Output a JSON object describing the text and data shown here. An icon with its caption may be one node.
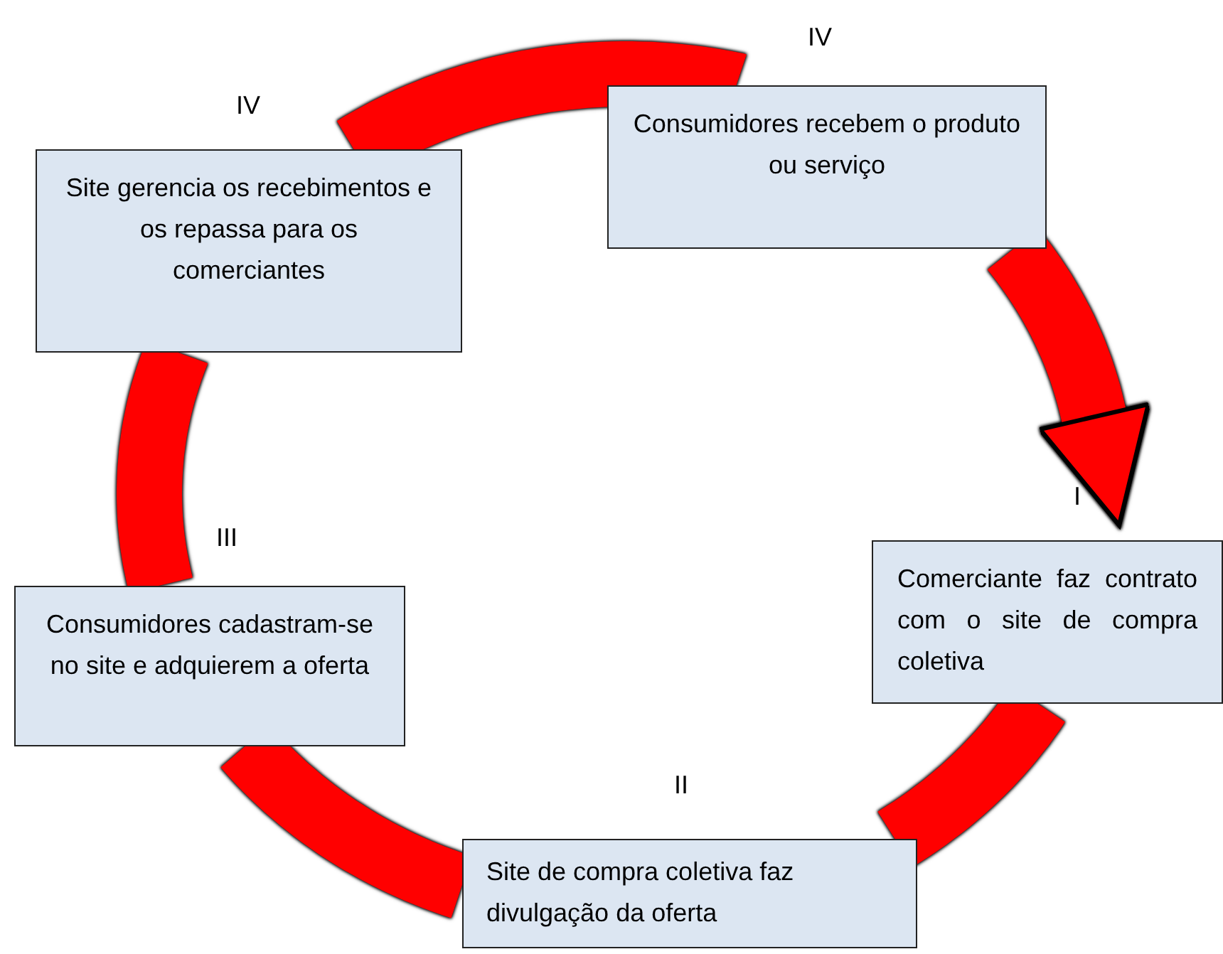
{
  "diagram": {
    "nodes": [
      {
        "text": [
          "Consumidores recebem o produto ou serviço"
        ],
        "beside": [
          "IV"
        ]
      },
      {
        "text": [
          "Site gerencia os recebimentos e os repassa para os comerciantes"
        ],
        "beside": [
          "IV"
        ]
      },
      {
        "text": [
          "Comerciante faz contrato com o site de compra coletiva"
        ],
        "beside": [
          "I"
        ]
      },
      {
        "text": [
          "Consumidores cadastram-se no site e adquierem a oferta"
        ],
        "beside": [
          "III"
        ]
      },
      {
        "text": [
          "Site de compra coletiva faz divulgação da oferta"
        ],
        "beside": [
          "II"
        ]
      }
    ],
    "edges": [
      {
        "from": 1,
        "to": 0,
        "arrow": "none"
      },
      {
        "from": 0,
        "to": 2,
        "arrow": "to"
      },
      {
        "from": 2,
        "to": 4,
        "arrow": "none"
      },
      {
        "from": 4,
        "to": 3,
        "arrow": "none"
      },
      {
        "from": 3,
        "to": 1,
        "arrow": "none"
      }
    ]
  }
}
